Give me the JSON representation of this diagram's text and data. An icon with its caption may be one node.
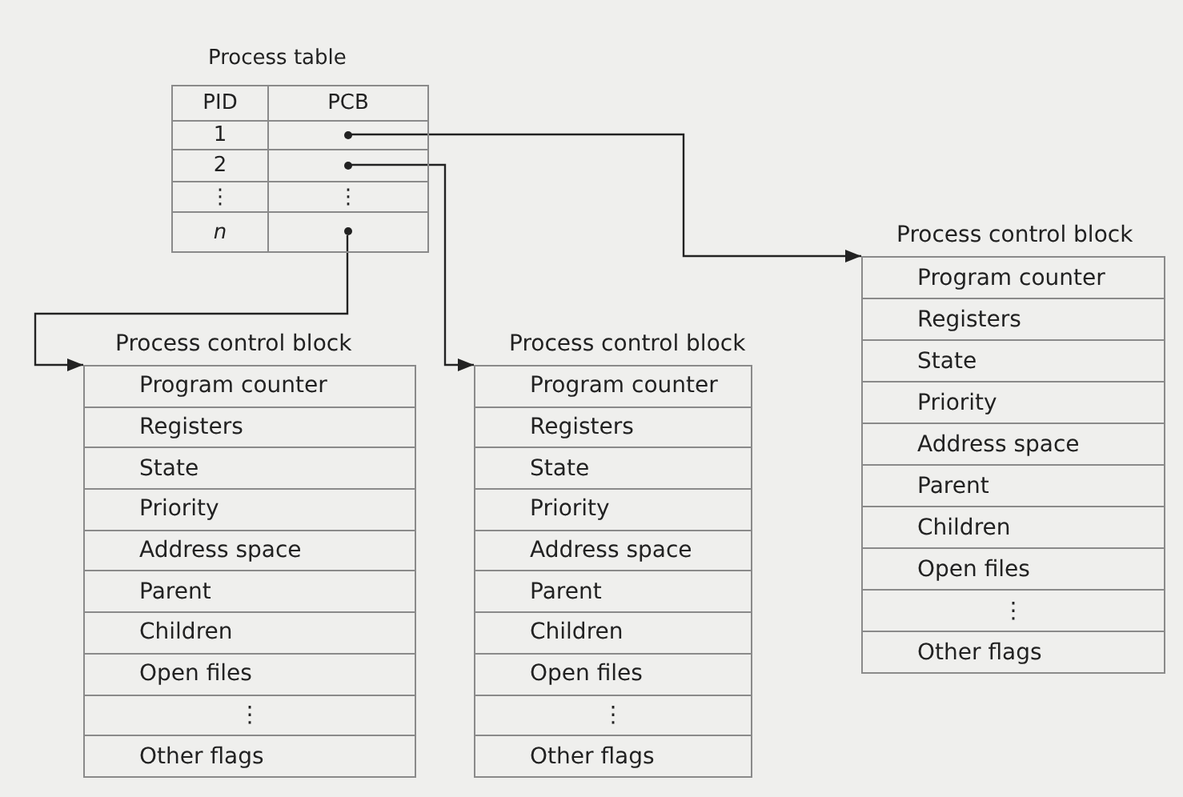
{
  "diagram": {
    "nodes": [
      {
        "text": [
          "Process table",
          "PID",
          "PCB",
          "1",
          "2",
          "⋮",
          "⋮",
          "n"
        ]
      },
      {
        "text": [],
        "shape": "circle",
        "in": 0
      },
      {
        "text": [],
        "shape": "circle",
        "in": 0
      },
      {
        "text": [],
        "shape": "circle",
        "in": 0
      },
      {
        "text": [
          "Process control block",
          "Program counter",
          "Registers",
          "State",
          "Priority",
          "Address space",
          "Parent",
          "Children",
          "Open files",
          "⋮",
          "Other flags"
        ]
      },
      {
        "text": [
          "Process control block",
          "Program counter",
          "Registers",
          "State",
          "Priority",
          "Address space",
          "Parent",
          "Children",
          "Open files",
          "⋮",
          "Other flags"
        ]
      },
      {
        "text": [
          "Process control block",
          "Program counter",
          "Registers",
          "State",
          "Priority",
          "Address space",
          "Parent",
          "Children",
          "Open files",
          "⋮",
          "Other flags"
        ]
      }
    ],
    "edges": [
      {
        "from": 1,
        "to": 4,
        "arrow": "to"
      },
      {
        "from": 2,
        "to": 6,
        "arrow": "to"
      },
      {
        "from": 3,
        "to": 5,
        "arrow": "to"
      }
    ]
  }
}
